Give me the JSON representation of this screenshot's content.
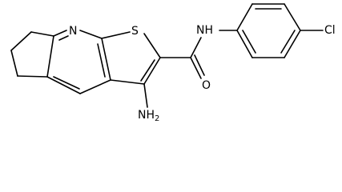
{
  "atoms": {
    "n_pyridine": "N",
    "s_thiophene": "S",
    "nh_amide": "NH",
    "o_carbonyl": "O",
    "cl": "Cl",
    "nh2_main": "NH",
    "nh2_sub": "2"
  }
}
